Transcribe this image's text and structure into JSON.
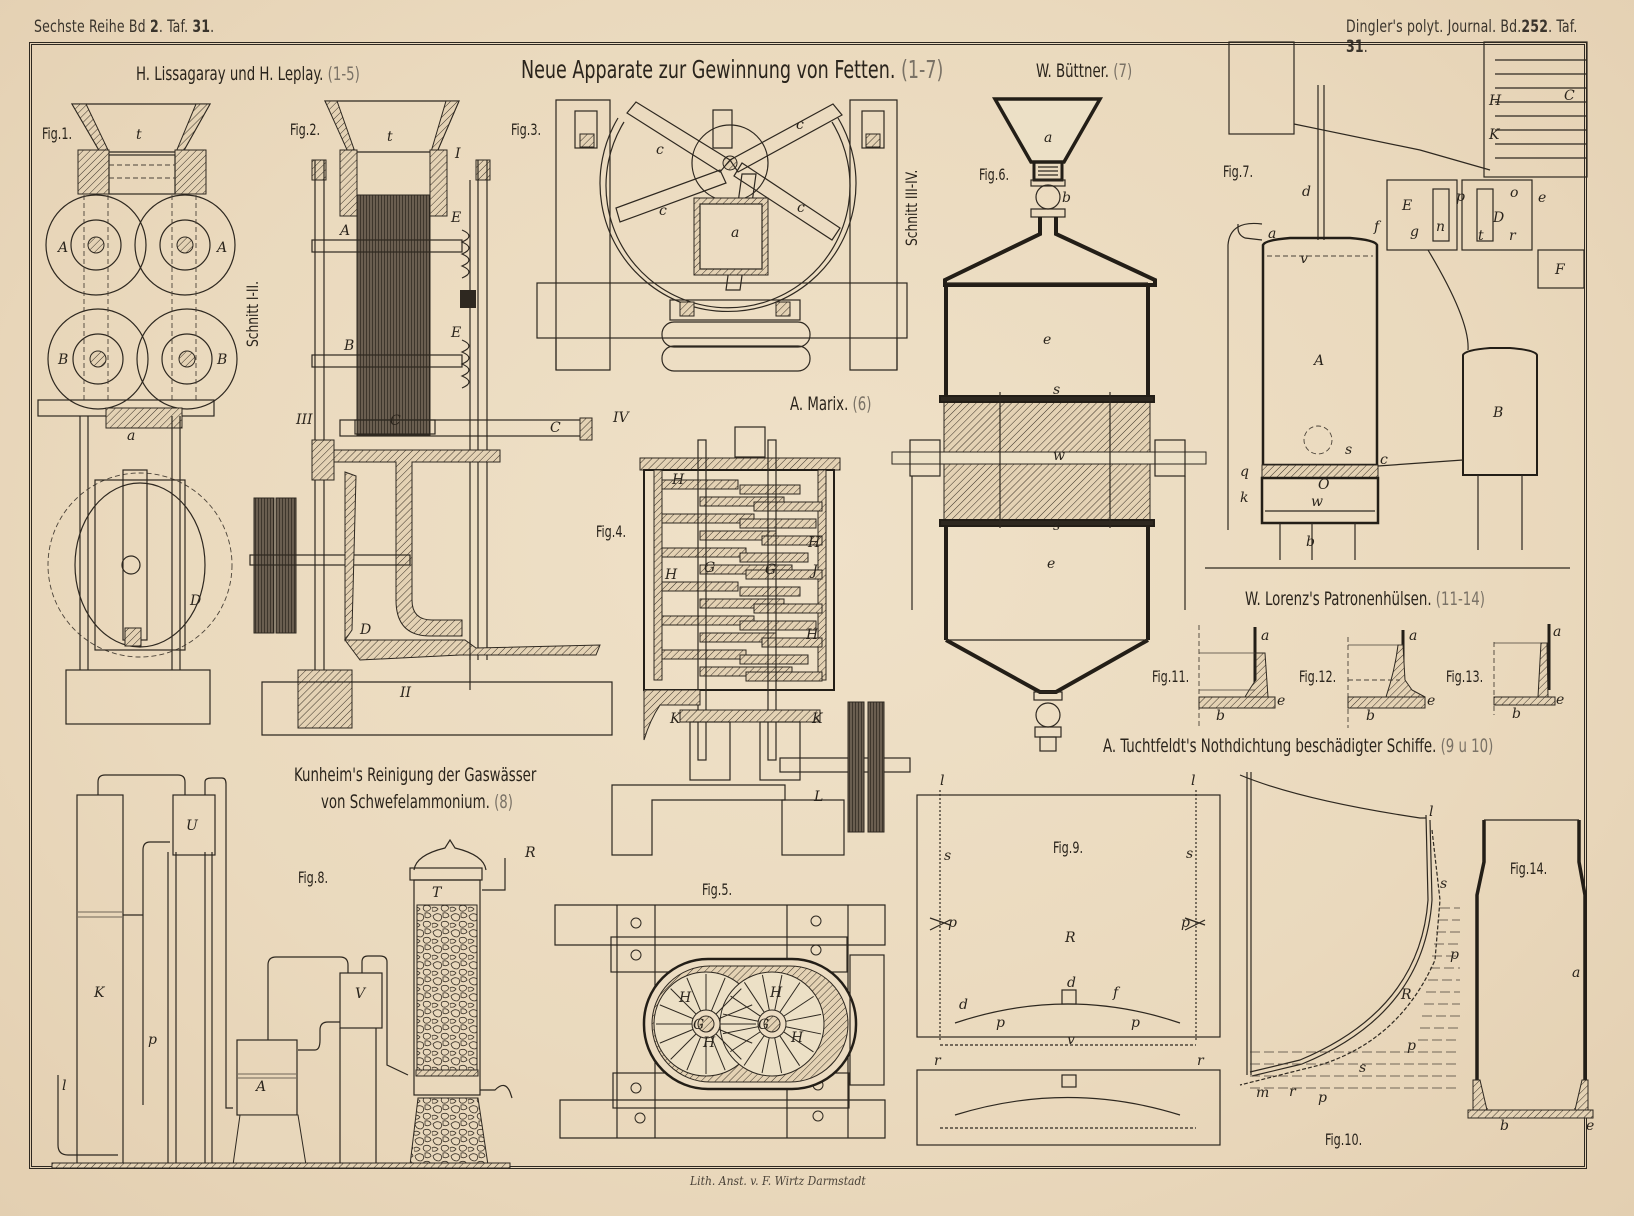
{
  "plate": {
    "series_header": {
      "prefix": "Sechste Reihe Bd",
      "volume": "2",
      "taf_label": "Taf",
      "taf_number": "31"
    },
    "journal_header": {
      "prefix": "Dingler's polyt. Journal. Bd.",
      "volume": "252",
      "taf_label": "Taf.",
      "taf_number": "31"
    },
    "imprint": "Lith. Anst. v. F. Wirtz Darmstadt"
  },
  "sections": {
    "lissagaray": {
      "title": "H. Lissagaray und H. Leplay.",
      "figs": "(1-5)"
    },
    "main": {
      "title": "Neue Apparate zur Gewinnung von Fetten.",
      "figs": "(1-7)"
    },
    "buettner": {
      "title": "W. Büttner.",
      "figs": "(7)"
    },
    "marix": {
      "title": "A. Marix.",
      "figs": "(6)"
    },
    "kunheim": {
      "title_line1": "Kunheim's Reinigung der Gaswässer",
      "title_line2": "von Schwefelammonium.",
      "figs": "(8)"
    },
    "lorenz": {
      "title": "W. Lorenz's Patronenhülsen.",
      "figs": "(11-14)"
    },
    "tuchtfeldt": {
      "title": "A. Tuchtfeldt's Nothdichtung beschädigter Schiffe.",
      "figs": "(9 u 10)"
    }
  },
  "figures": {
    "fig1": {
      "label": "Fig.1.",
      "section_label": "Schnitt I-II.",
      "parts": [
        "t",
        "A",
        "A",
        "B",
        "B",
        "a",
        "D"
      ]
    },
    "fig2": {
      "label": "Fig.2.",
      "parts": [
        "t",
        "I",
        "A",
        "E",
        "B",
        "E",
        "III",
        "C",
        "C",
        "IV",
        "D",
        "II"
      ]
    },
    "fig3": {
      "label": "Fig.3.",
      "section_label": "Schnitt III-IV.",
      "parts": [
        "c",
        "c",
        "c",
        "c",
        "a"
      ]
    },
    "fig4": {
      "label": "Fig.4.",
      "parts": [
        "H",
        "H",
        "H",
        "G",
        "G",
        "J",
        "H",
        "K",
        "K",
        "L"
      ]
    },
    "fig5": {
      "label": "Fig.5.",
      "parts": [
        "H",
        "H",
        "H",
        "H",
        "G",
        "G"
      ]
    },
    "fig6": {
      "label": "Fig.6.",
      "parts": [
        "a",
        "b",
        "e",
        "s",
        "w",
        "s",
        "e"
      ]
    },
    "fig7": {
      "label": "Fig.7.",
      "parts": [
        "C",
        "H",
        "K",
        "d",
        "a",
        "v",
        "f",
        "g",
        "E",
        "n",
        "p",
        "t",
        "D",
        "o",
        "e",
        "r",
        "F",
        "A",
        "B",
        "s",
        "c",
        "q",
        "O",
        "k",
        "w",
        "b"
      ]
    },
    "fig8": {
      "label": "Fig.8.",
      "parts": [
        "U",
        "K",
        "p",
        "l",
        "A",
        "V",
        "T",
        "R"
      ]
    },
    "fig9": {
      "label": "Fig.9.",
      "parts": [
        "l",
        "l",
        "s",
        "s",
        "p",
        "p",
        "R",
        "d",
        "f",
        "d",
        "p",
        "p",
        "v",
        "r",
        "r"
      ]
    },
    "fig10": {
      "label": "Fig.10.",
      "parts": [
        "l",
        "s",
        "p",
        "R",
        "p",
        "s",
        "m",
        "r",
        "p"
      ]
    },
    "fig11": {
      "label": "Fig.11.",
      "parts": [
        "a",
        "b",
        "e"
      ]
    },
    "fig12": {
      "label": "Fig.12.",
      "parts": [
        "a",
        "b",
        "e"
      ]
    },
    "fig13": {
      "label": "Fig.13.",
      "parts": [
        "a",
        "b",
        "e"
      ]
    },
    "fig14": {
      "label": "Fig.14.",
      "parts": [
        "a",
        "b",
        "e"
      ]
    }
  },
  "colors": {
    "paper": "#ecdcc2",
    "ink": "#2e2820",
    "faded_ink": "#7a7266"
  }
}
